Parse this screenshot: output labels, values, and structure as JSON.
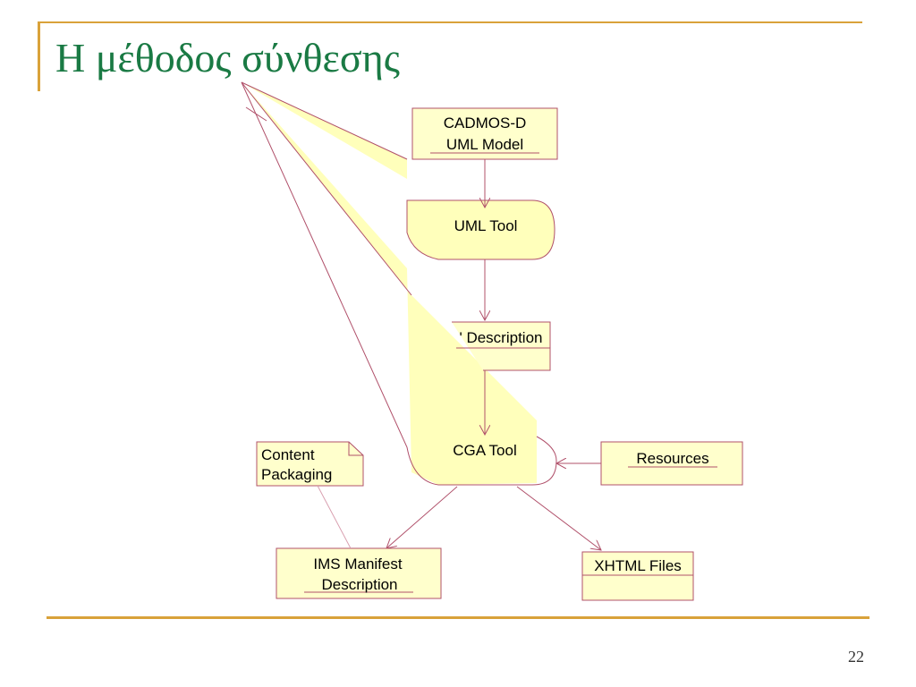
{
  "slide": {
    "title": "Η μέθοδος σύνθεσης",
    "page_number": "22"
  },
  "colors": {
    "frame": "#d9a23a",
    "title": "#1a7a44",
    "node_fill": "#ffffcc",
    "node_border": "#b0506a",
    "callout_fill": "#ffffbb"
  },
  "diagram": {
    "nodes": {
      "cadmos_uml_model": {
        "lines": [
          "CADMOS-D",
          "UML Model"
        ]
      },
      "uml_tool": {
        "label": "UML Tool"
      },
      "description": {
        "label": "' Description"
      },
      "cga_tool": {
        "label": "CGA Tool"
      },
      "resources": {
        "label": "Resources"
      },
      "content_packaging": {
        "lines": [
          "Content",
          "Packaging"
        ]
      },
      "ims_manifest": {
        "lines": [
          "IMS Manifest",
          "Description"
        ]
      },
      "xhtml_files": {
        "label": "XHTML Files"
      }
    }
  }
}
